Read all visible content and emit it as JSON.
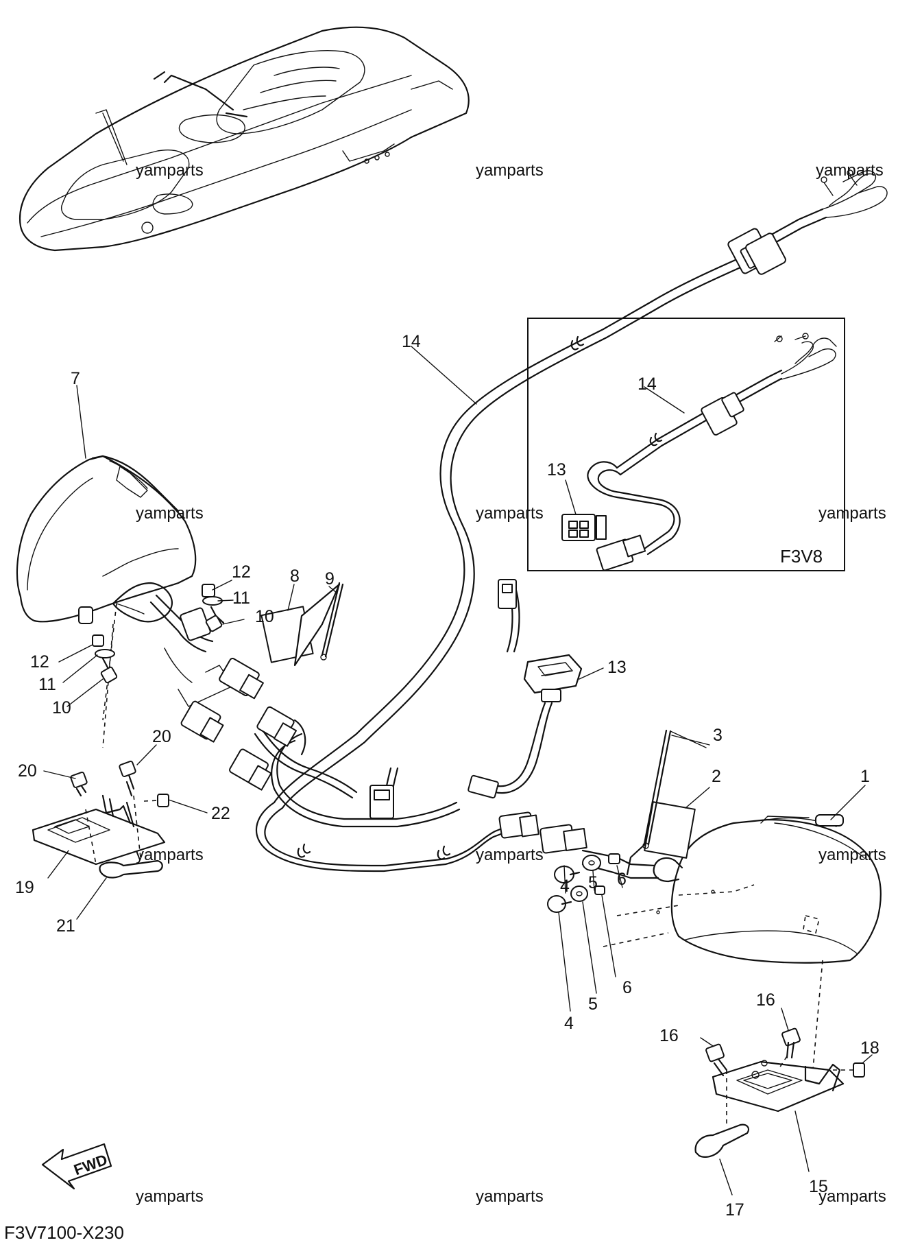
{
  "diagram": {
    "document_code": "F3V7100-X230",
    "inset_code": "F3V8",
    "direction_label": "FWD",
    "watermark_text": "yamparts",
    "callouts": [
      {
        "id": "c1",
        "label": "1"
      },
      {
        "id": "c2",
        "label": "2"
      },
      {
        "id": "c3",
        "label": "3"
      },
      {
        "id": "c4a",
        "label": "4"
      },
      {
        "id": "c4b",
        "label": "4"
      },
      {
        "id": "c5a",
        "label": "5"
      },
      {
        "id": "c5b",
        "label": "5"
      },
      {
        "id": "c6a",
        "label": "6"
      },
      {
        "id": "c6b",
        "label": "6"
      },
      {
        "id": "c7",
        "label": "7"
      },
      {
        "id": "c8",
        "label": "8"
      },
      {
        "id": "c9",
        "label": "9"
      },
      {
        "id": "c10a",
        "label": "10"
      },
      {
        "id": "c10b",
        "label": "10"
      },
      {
        "id": "c11a",
        "label": "11"
      },
      {
        "id": "c11b",
        "label": "11"
      },
      {
        "id": "c12a",
        "label": "12"
      },
      {
        "id": "c12b",
        "label": "12"
      },
      {
        "id": "c13a",
        "label": "13"
      },
      {
        "id": "c13b",
        "label": "13"
      },
      {
        "id": "c14a",
        "label": "14"
      },
      {
        "id": "c14b",
        "label": "14"
      },
      {
        "id": "c15",
        "label": "15"
      },
      {
        "id": "c16a",
        "label": "16"
      },
      {
        "id": "c16b",
        "label": "16"
      },
      {
        "id": "c17",
        "label": "17"
      },
      {
        "id": "c18",
        "label": "18"
      },
      {
        "id": "c19",
        "label": "19"
      },
      {
        "id": "c20a",
        "label": "20"
      },
      {
        "id": "c20b",
        "label": "20"
      },
      {
        "id": "c21",
        "label": "21"
      },
      {
        "id": "c22",
        "label": "22"
      }
    ]
  }
}
